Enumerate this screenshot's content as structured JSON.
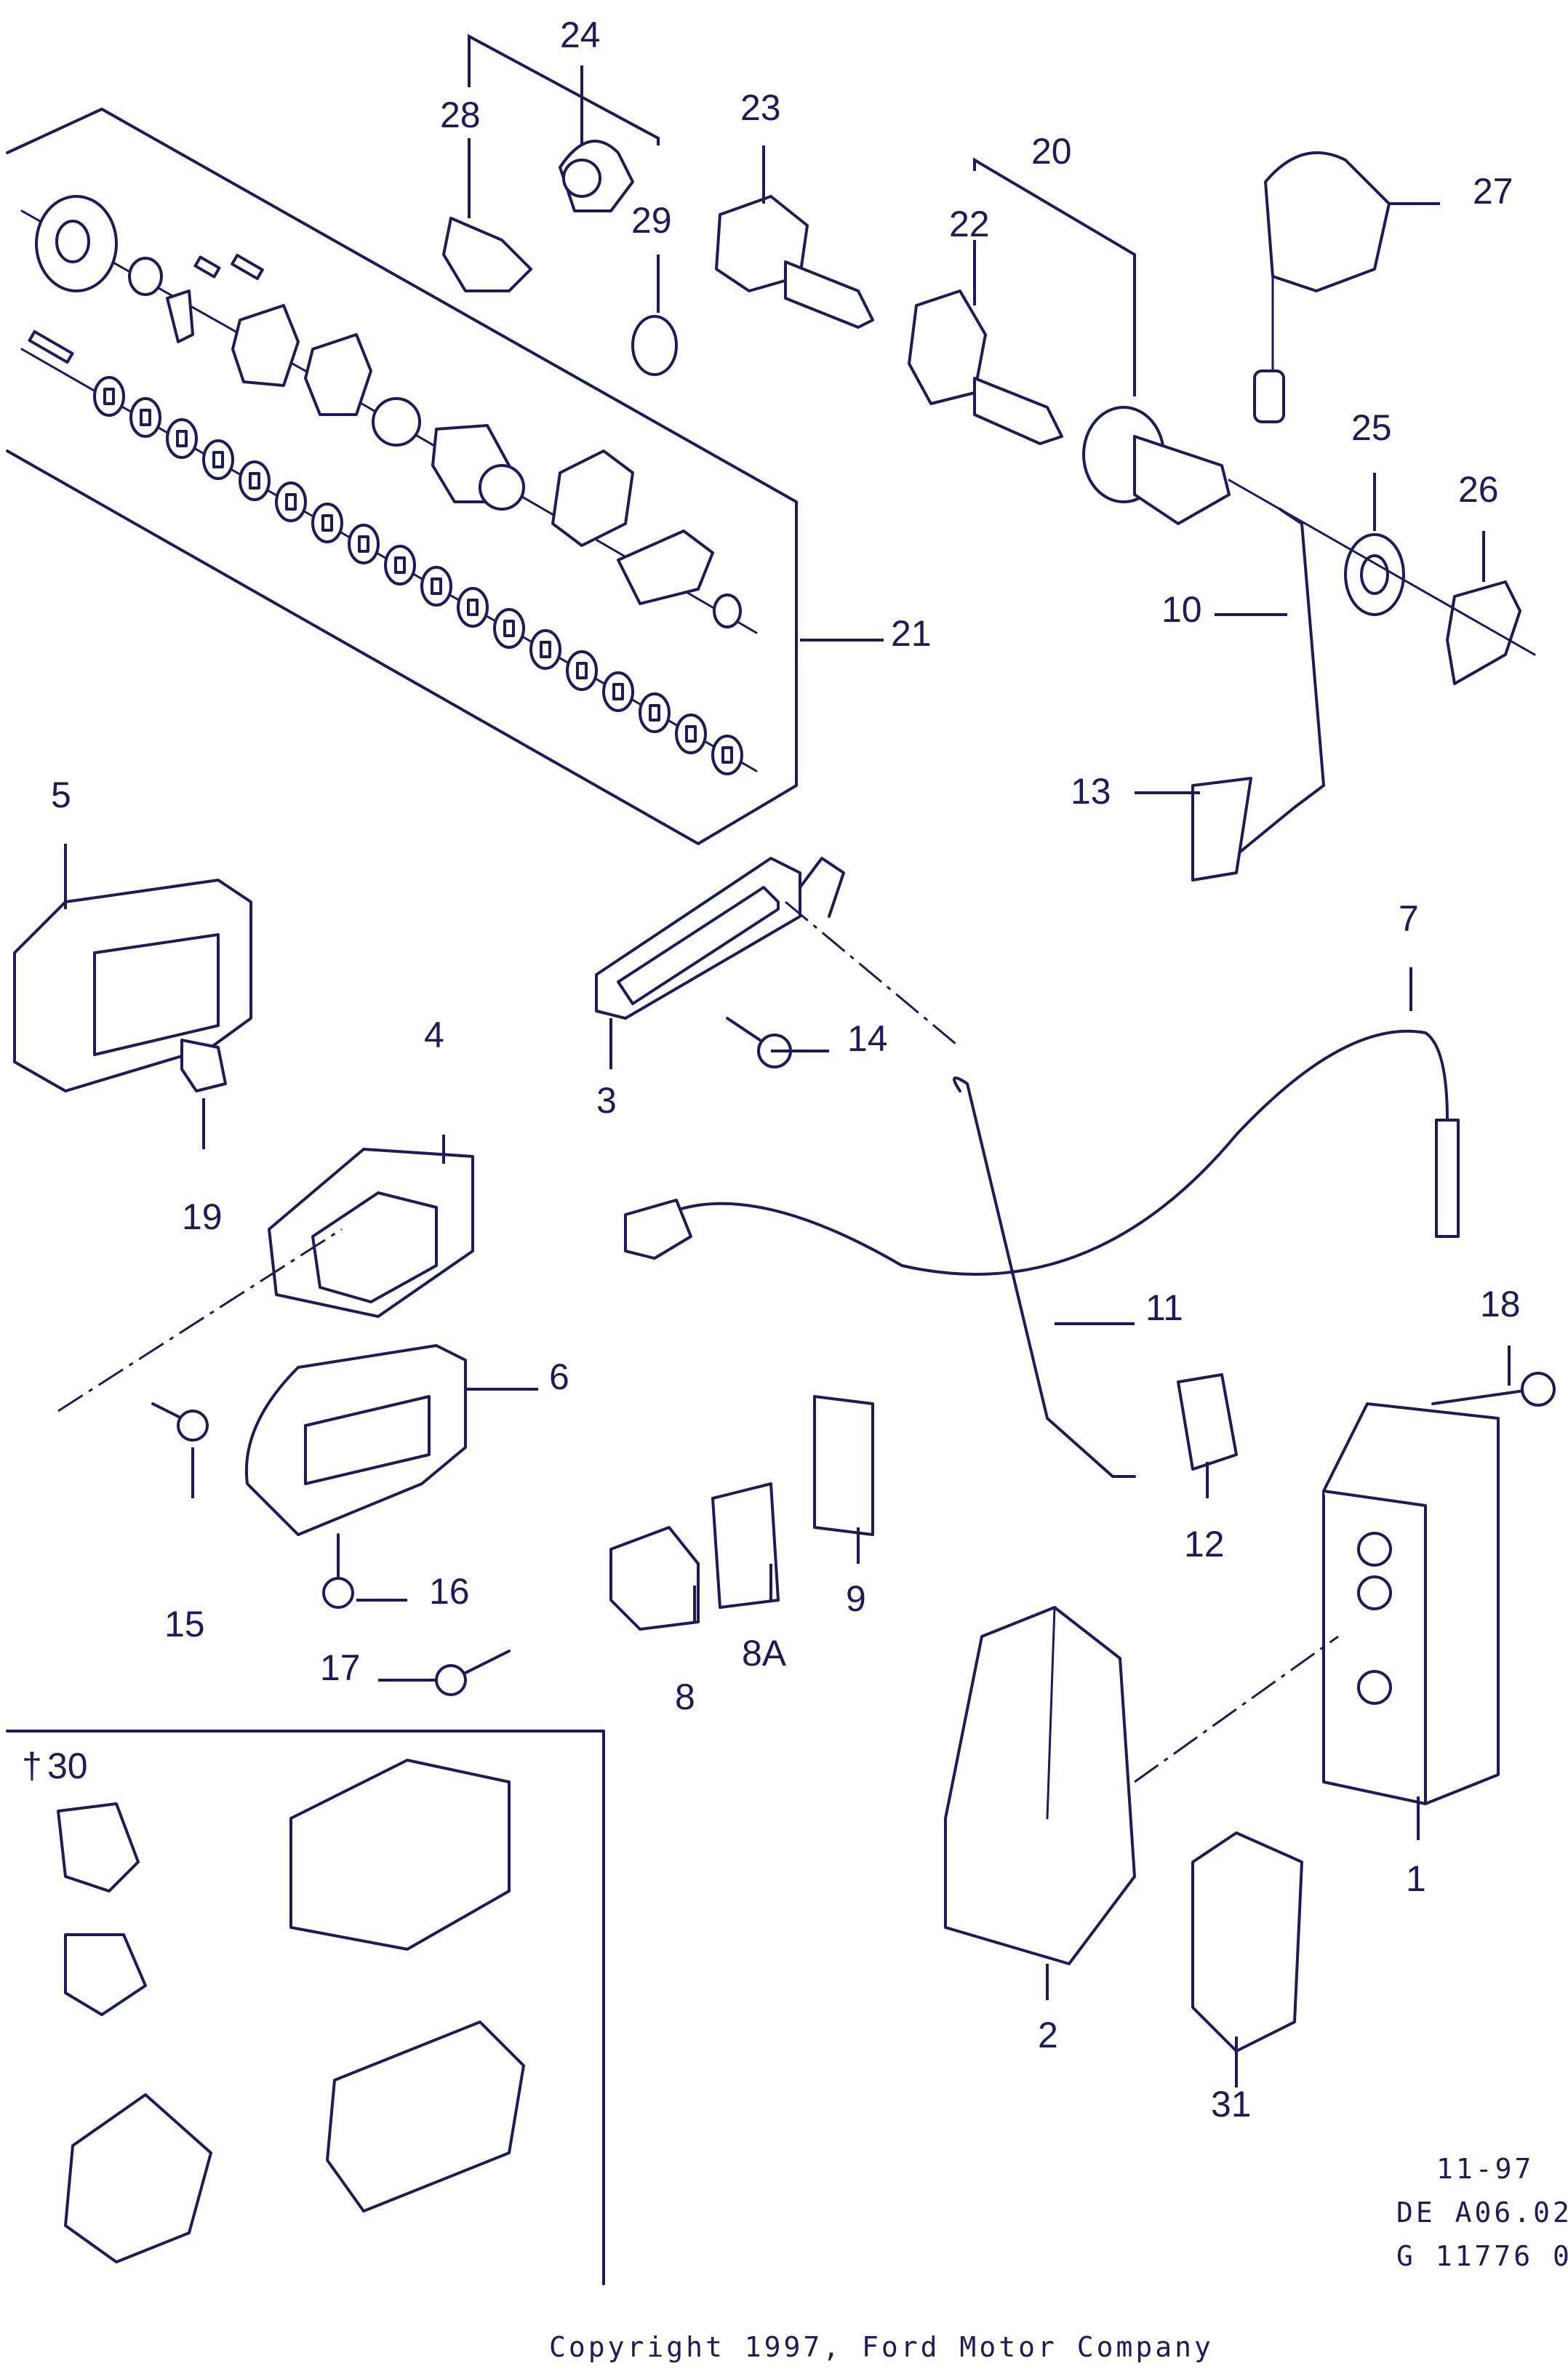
{
  "callouts": {
    "c1": "1",
    "c2": "2",
    "c3": "3",
    "c4": "4",
    "c5": "5",
    "c6": "6",
    "c7": "7",
    "c8": "8",
    "c8a": "8A",
    "c9": "9",
    "c10": "10",
    "c11": "11",
    "c12": "12",
    "c13": "13",
    "c14": "14",
    "c15": "15",
    "c16": "16",
    "c17": "17",
    "c18": "18",
    "c19": "19",
    "c20": "20",
    "c21": "21",
    "c22": "22",
    "c23": "23",
    "c24": "24",
    "c25": "25",
    "c26": "26",
    "c27": "27",
    "c28": "28",
    "c29": "29",
    "c30": "30",
    "c31": "31"
  },
  "kit_marker": "†",
  "reference": {
    "date": "11-97",
    "section": "DE A06.02",
    "illustration": "G 11776 0"
  },
  "footer": {
    "copyright": "Copyright 1997, Ford Motor Company"
  }
}
